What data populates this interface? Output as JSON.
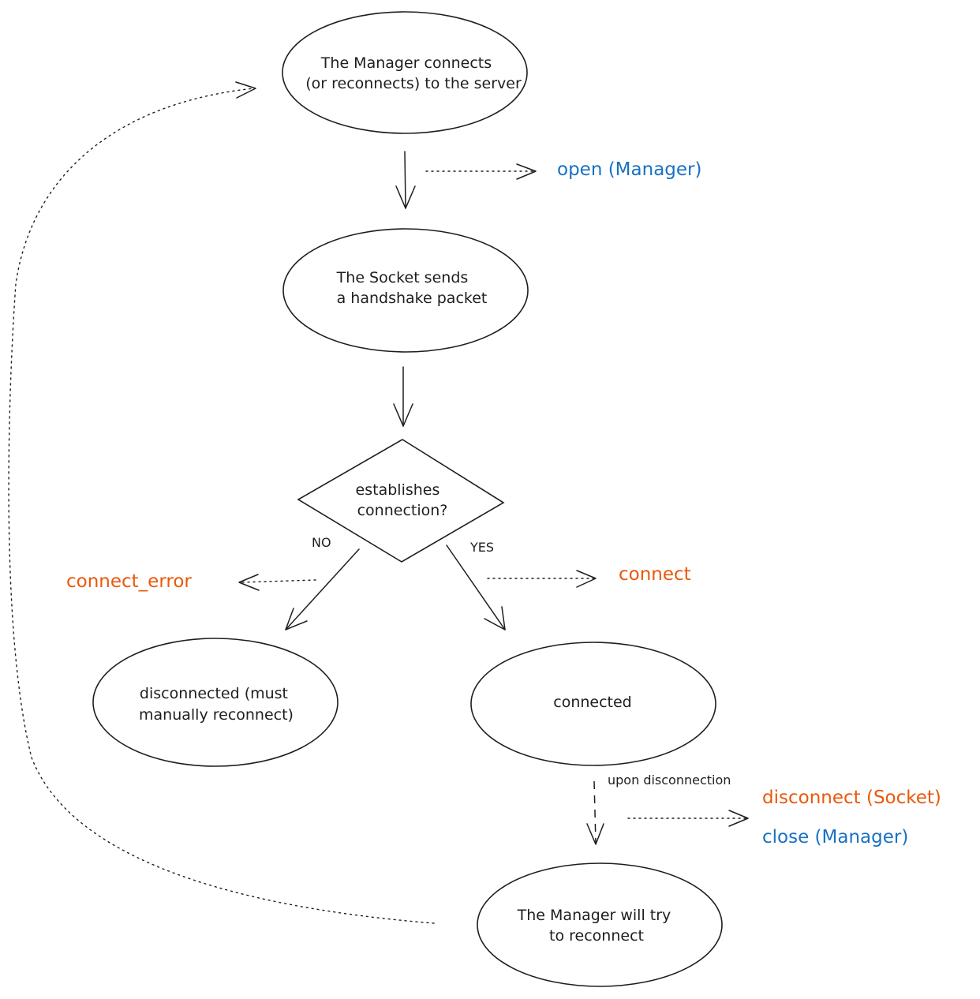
{
  "nodes": {
    "manager_connects": {
      "lines": [
        "The Manager connects",
        "(or reconnects) to the server"
      ]
    },
    "socket_handshake": {
      "lines": [
        "The Socket sends",
        "a handshake packet"
      ]
    },
    "decision": {
      "lines": [
        "establishes",
        "connection?"
      ]
    },
    "disconnected": {
      "lines": [
        "disconnected (must",
        "manually reconnect)"
      ]
    },
    "connected": {
      "lines": [
        "connected"
      ]
    },
    "manager_retry": {
      "lines": [
        "The Manager will try",
        "to reconnect"
      ]
    }
  },
  "edge_labels": {
    "no": "NO",
    "yes": "YES",
    "upon_disconnection": "upon disconnection"
  },
  "events": {
    "open_manager": {
      "label": "open (Manager)",
      "color": "#1971c2"
    },
    "connect_error": {
      "label": "connect_error",
      "color": "#e8590c"
    },
    "connect": {
      "label": "connect",
      "color": "#e8590c"
    },
    "disconnect_socket": {
      "label": "disconnect (Socket)",
      "color": "#e8590c"
    },
    "close_manager": {
      "label": "close (Manager)",
      "color": "#1971c2"
    }
  }
}
